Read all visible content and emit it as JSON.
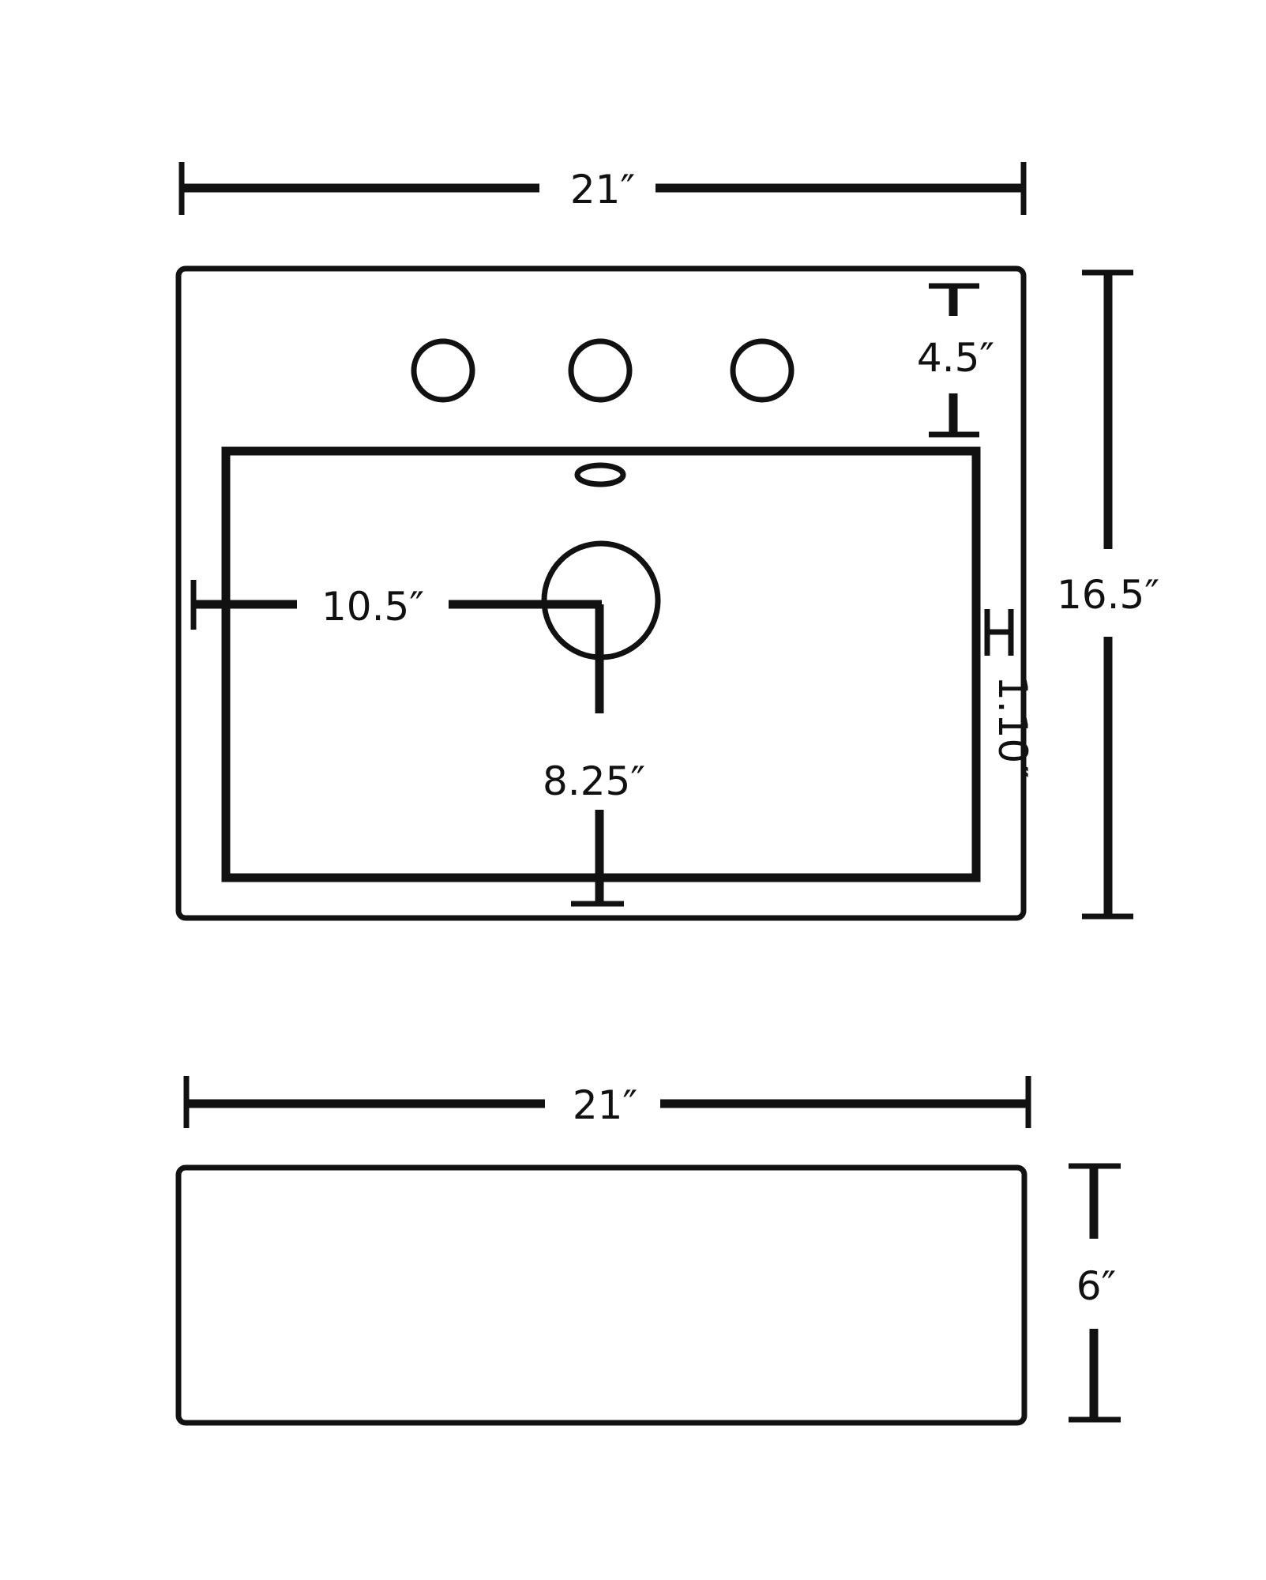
{
  "colors": {
    "line": "#111111",
    "background": "#ffffff"
  },
  "top_view": {
    "width_label": "21″",
    "depth_label": "16.5″",
    "faucet_setback_label": "4.5″",
    "drain_from_side_label": "10.5″",
    "drain_from_front_label": "8.25″",
    "rim_width_label": "1.10″",
    "faucet_holes": 3
  },
  "side_view": {
    "width_label": "21″",
    "height_label": "6″"
  }
}
